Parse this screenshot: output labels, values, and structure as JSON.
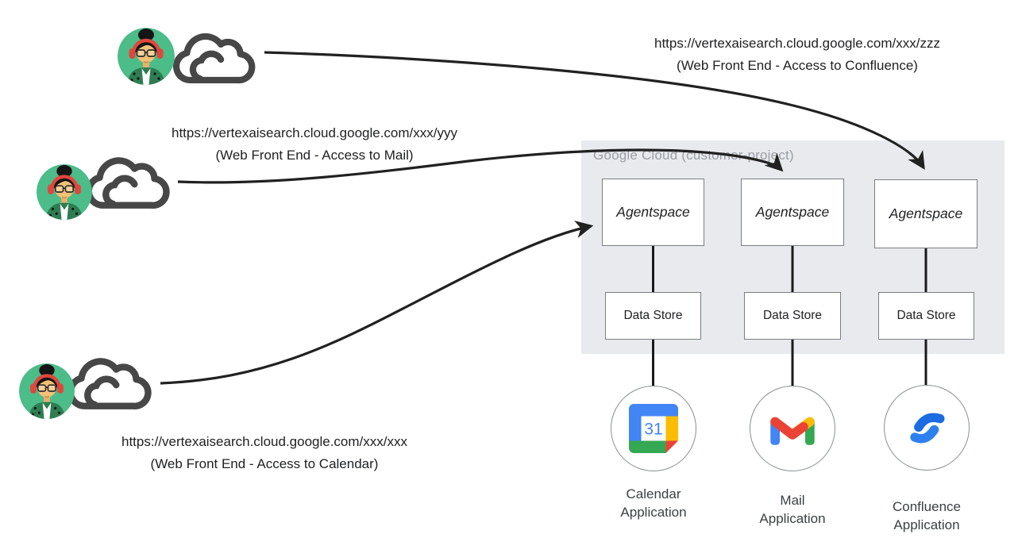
{
  "diagram": {
    "links": [
      {
        "url": "https://vertexaisearch.cloud.google.com/xxx/zzz",
        "caption": "(Web Front End - Access to Confluence)"
      },
      {
        "url": "https://vertexaisearch.cloud.google.com/xxx/yyy",
        "caption": "(Web Front End - Access to Mail)"
      },
      {
        "url": "https://vertexaisearch.cloud.google.com/xxx/xxx",
        "caption": "(Web Front End - Access to Calendar)"
      }
    ],
    "panel": {
      "label": "Google Cloud (customer-project)",
      "columns": [
        {
          "service": "Agentspace",
          "store": "Data Store",
          "icon": "google-calendar-icon",
          "icon_text": "31",
          "app_line1": "Calendar",
          "app_line2": "Application"
        },
        {
          "service": "Agentspace",
          "store": "Data Store",
          "icon": "gmail-icon",
          "app_line1": "Mail",
          "app_line2": "Application"
        },
        {
          "service": "Agentspace",
          "store": "Data Store",
          "icon": "confluence-icon",
          "app_line1": "Confluence",
          "app_line2": "Application"
        }
      ]
    },
    "colors": {
      "panel_bg": "#E8EAED",
      "panel_label": "#9AA0A6",
      "line": "#212121",
      "box_border": "#7a7e83",
      "avatar_green": "#4CBC88",
      "headset_red": "#E1463C",
      "cloud_gray": "#474747",
      "calendar_blue": "#4285F4",
      "calendar_yellow": "#FBBC04",
      "calendar_green": "#34A853",
      "calendar_red": "#EA4335",
      "gmail_blue": "#4285F4",
      "gmail_green": "#34A853",
      "gmail_yellow": "#FBBC04",
      "gmail_red": "#EA4335",
      "confluence_blue_dark": "#1B6BE2",
      "confluence_blue_light": "#2E80F0"
    }
  }
}
